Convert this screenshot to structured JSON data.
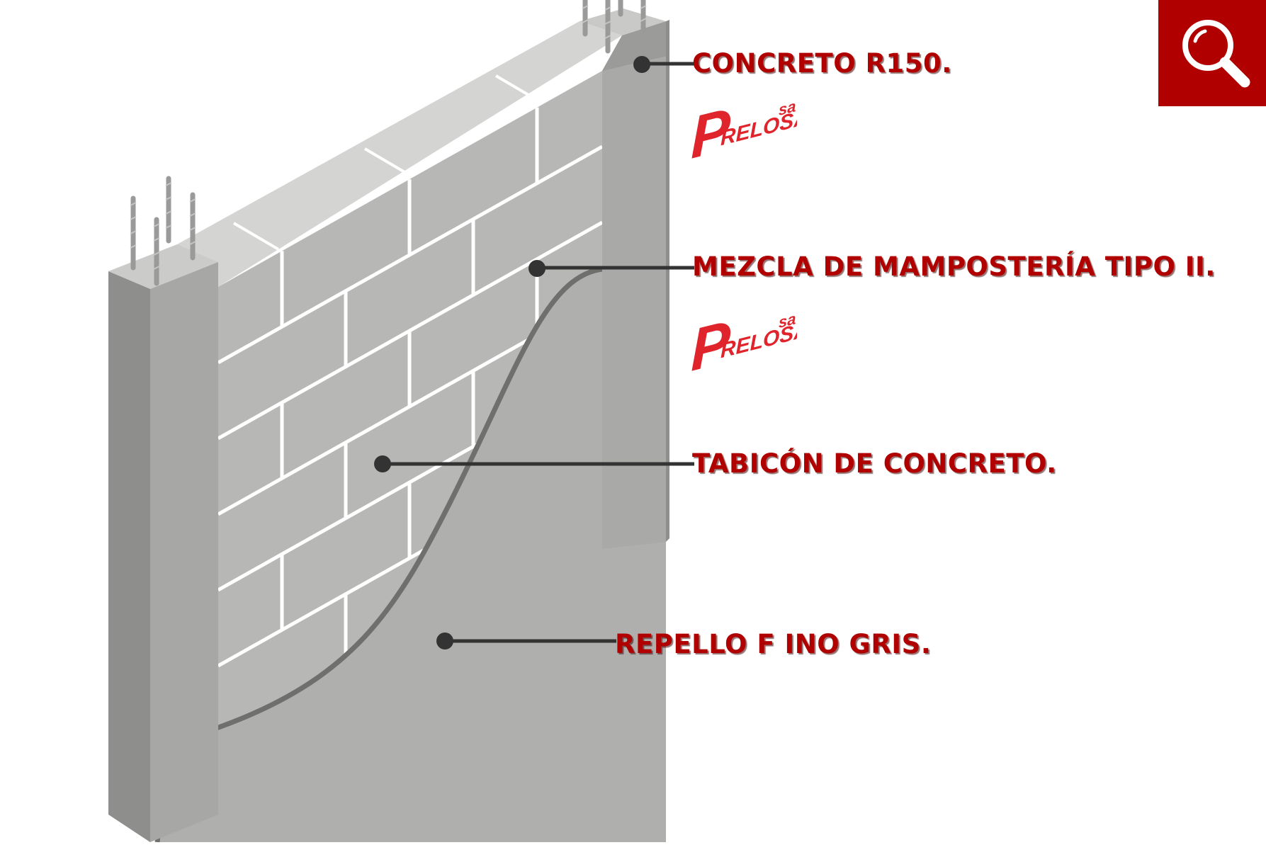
{
  "colors": {
    "accent": "#B00000",
    "leader": "#333333",
    "brand": "#E0242C",
    "wall_face": "#B7B7B6",
    "wall_side": "#A8A8A7",
    "wall_top": "#D4D4D3",
    "column_front": "#A9A9A8",
    "column_side": "#8E8E8D",
    "column_top": "#C9C9C8",
    "plaster": "#AFAFAE",
    "mortar": "#FFFFFF"
  },
  "labels": {
    "concreto": "CONCRETO R150.",
    "mezcla": "MEZCLA DE MAMPOSTERÍA TIPO II.",
    "tabicon": "TABICÓN DE CONCRETO.",
    "repello": "REPELLO F INO GRIS."
  },
  "brand": {
    "initial": "P",
    "rest": "RELOSA",
    "suffix": "sa"
  },
  "icons": {
    "zoom": "magnifier-icon"
  }
}
